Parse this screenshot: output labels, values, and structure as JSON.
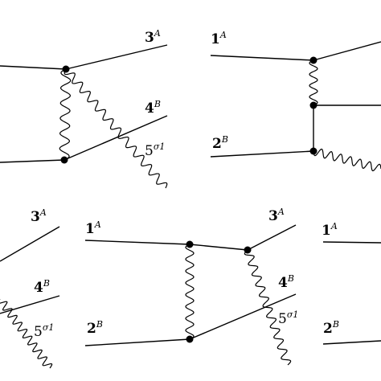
{
  "labels": {
    "p1": "1",
    "p2": "2",
    "p3": "3",
    "p4": "4",
    "p5": "5",
    "A": "A",
    "B": "B",
    "sigma1": "σ1"
  }
}
